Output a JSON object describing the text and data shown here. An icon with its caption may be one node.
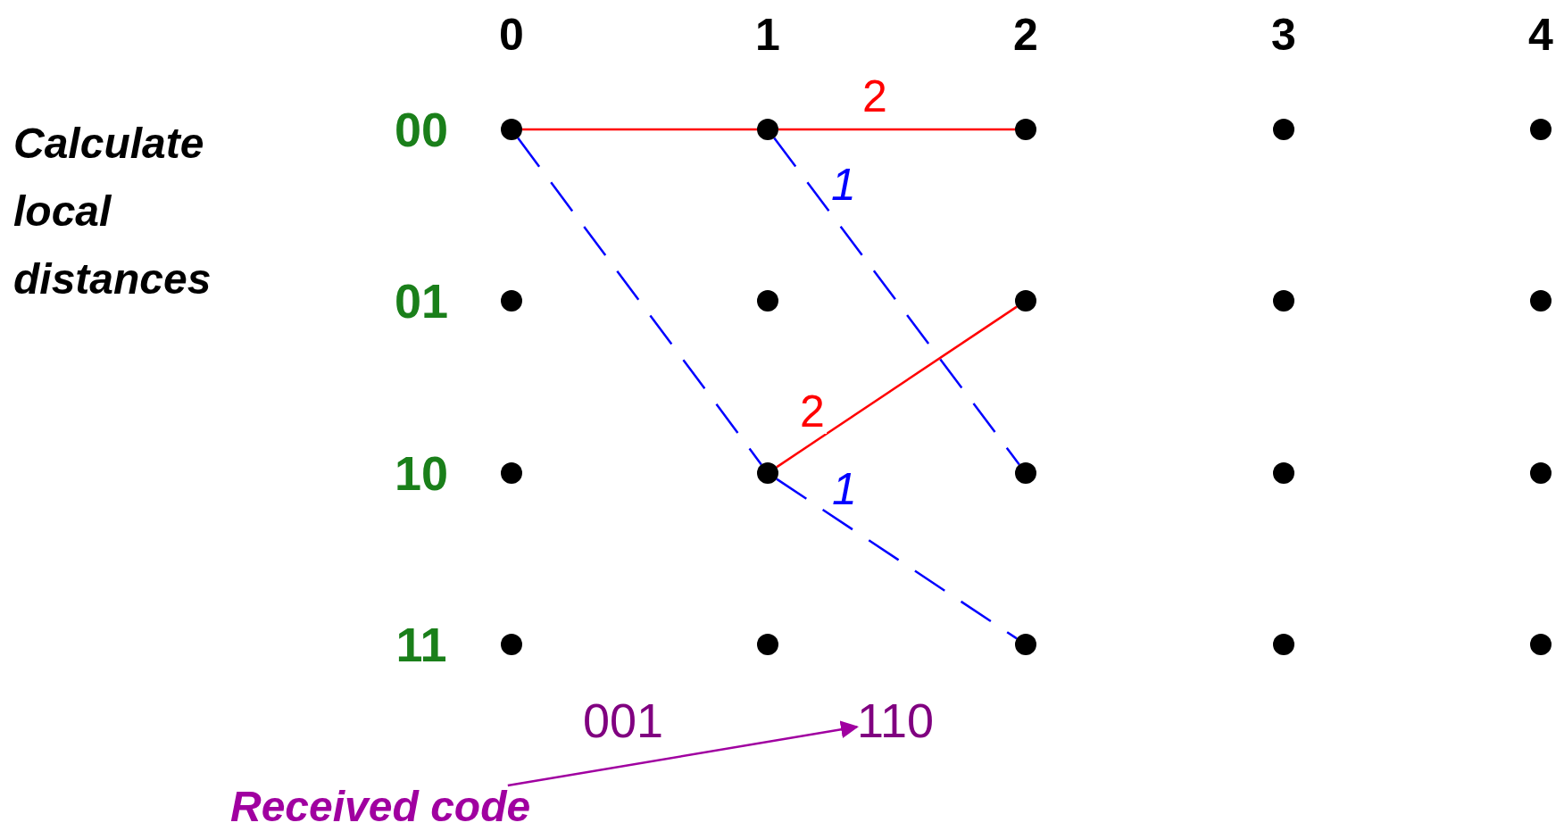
{
  "diagram": {
    "nodes": [
      {
        "text": [],
        "shape": "circle"
      },
      {
        "text": [],
        "shape": "circle"
      },
      {
        "text": [],
        "shape": "circle"
      },
      {
        "text": [],
        "shape": "circle"
      },
      {
        "text": [],
        "shape": "circle"
      },
      {
        "text": [],
        "shape": "circle"
      },
      {
        "text": [],
        "shape": "circle"
      },
      {
        "text": [],
        "shape": "circle"
      },
      {
        "text": [],
        "shape": "circle"
      },
      {
        "text": [],
        "shape": "circle"
      },
      {
        "text": [],
        "shape": "circle"
      },
      {
        "text": [],
        "shape": "circle"
      },
      {
        "text": [],
        "shape": "circle"
      },
      {
        "text": [],
        "shape": "circle"
      },
      {
        "text": [],
        "shape": "circle"
      },
      {
        "text": [],
        "shape": "circle"
      },
      {
        "text": [],
        "shape": "circle"
      },
      {
        "text": [],
        "shape": "circle"
      },
      {
        "text": [],
        "shape": "circle"
      },
      {
        "text": [],
        "shape": "circle"
      },
      {
        "text": [
          "Received code"
        ]
      },
      {
        "text": [
          "110"
        ]
      }
    ],
    "edges": [
      {
        "from": 0,
        "to": 1,
        "arrow": "none",
        "color": "#ff0000"
      },
      {
        "from": 1,
        "to": 2,
        "arrow": "none",
        "label": "2",
        "color": "#ff0000"
      },
      {
        "from": 0,
        "to": 11,
        "arrow": "none",
        "style": "dashed",
        "color": "#0000ff"
      },
      {
        "from": 1,
        "to": 12,
        "arrow": "none",
        "label": "1",
        "style": "dashed",
        "color": "#0000ff"
      },
      {
        "from": 11,
        "to": 7,
        "arrow": "none",
        "label": "2",
        "color": "#ff0000"
      },
      {
        "from": 11,
        "to": 17,
        "arrow": "none",
        "label": "1",
        "style": "dashed",
        "color": "#0000ff"
      },
      {
        "from": 20,
        "to": 21,
        "arrow": "to",
        "color": "#a000a0"
      }
    ],
    "labels": [
      "0",
      "1",
      "2",
      "3",
      "4",
      "Calculate local distances",
      "00",
      "01",
      "10",
      "11",
      "001"
    ]
  }
}
